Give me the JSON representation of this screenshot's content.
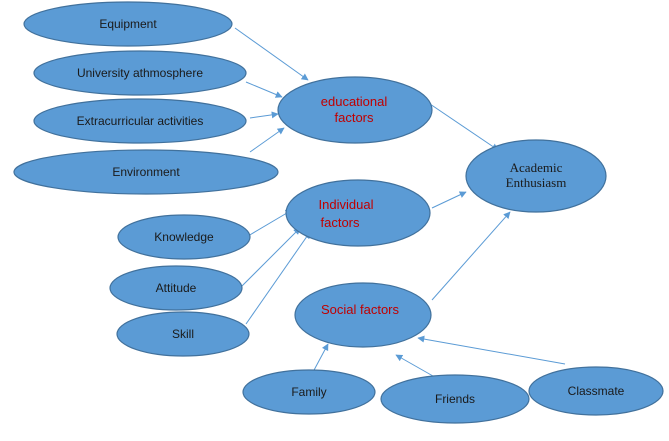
{
  "nodes": {
    "equipment": "Equipment",
    "university_atmosphere": "University athmosphere",
    "extracurricular_activities": "Extracurricular activities",
    "environment": "Environment",
    "educational_factors_1": "educational",
    "educational_factors_2": "factors",
    "individual_factors_1": "Individual",
    "individual_factors_2": "factors",
    "knowledge": "Knowledge",
    "attitude": "Attitude",
    "skill": "Skill",
    "social_factors": "Social factors",
    "family": "Family",
    "friends": "Friends",
    "classmate": "Classmate",
    "academic_enthusiasm_1": "Academic",
    "academic_enthusiasm_2": "Enthusiasm"
  },
  "colors": {
    "node_fill": "#5b9bd5",
    "node_border": "#41719c",
    "edge": "#5b9bd5",
    "factor_text": "#c00000",
    "text": "#1a1a1a"
  }
}
